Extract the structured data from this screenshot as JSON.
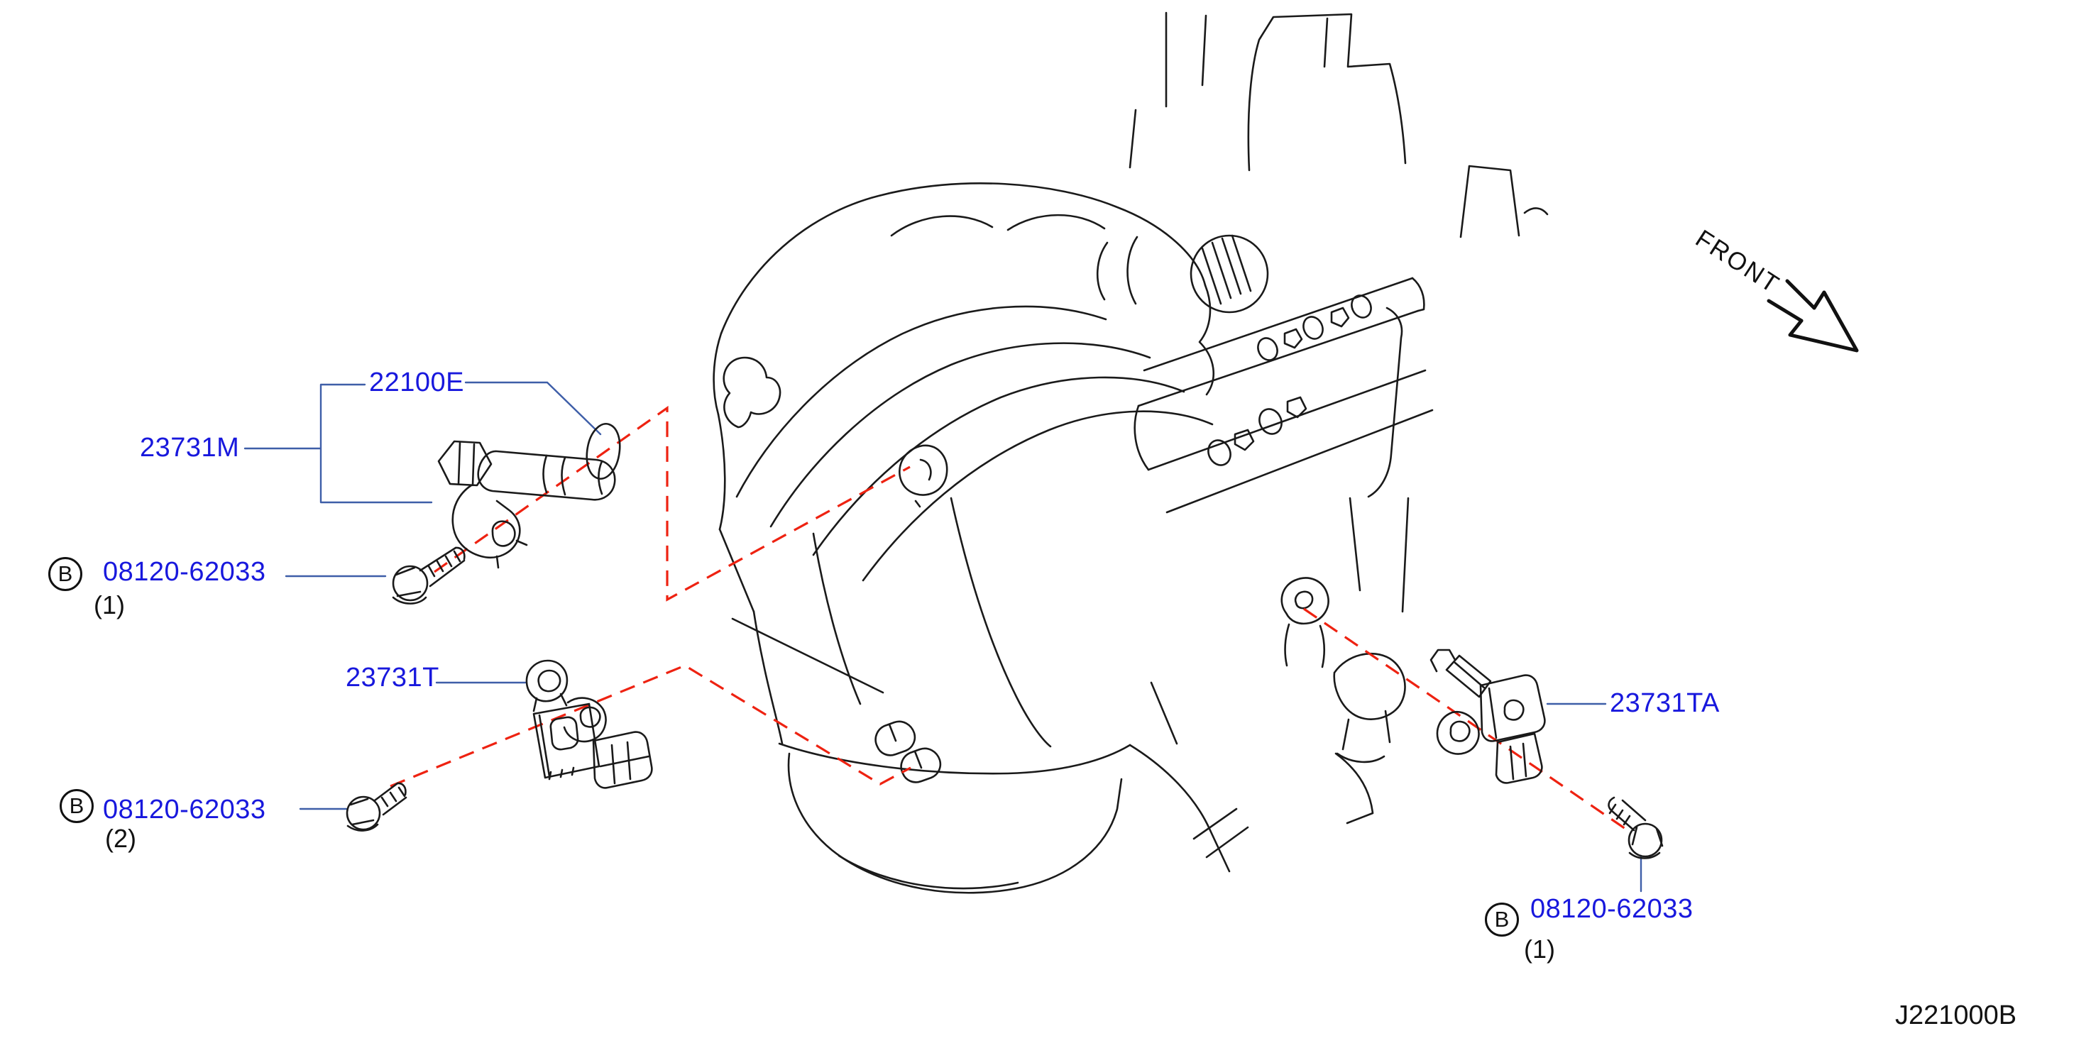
{
  "diagram_code": "J221000B",
  "orientation": {
    "label": "FRONT"
  },
  "colors": {
    "part_label": "#1818dd",
    "leader": "#3e5ea8",
    "axis_red": "#ee2211",
    "art": "#1a1a1a"
  },
  "callouts": {
    "seal": {
      "label": "22100E"
    },
    "cam_sensor_left": {
      "label": "23731M"
    },
    "cam_sensor_rear": {
      "label": "23731T"
    },
    "crank_sensor": {
      "label": "23731TA"
    },
    "bolt1": {
      "badge": "B",
      "label": "08120-62033",
      "qty": "(1)"
    },
    "bolt2": {
      "badge": "B",
      "label": "08120-62033",
      "qty": "(2)"
    },
    "bolt3": {
      "badge": "B",
      "label": "08120-62033",
      "qty": "(1)"
    }
  }
}
